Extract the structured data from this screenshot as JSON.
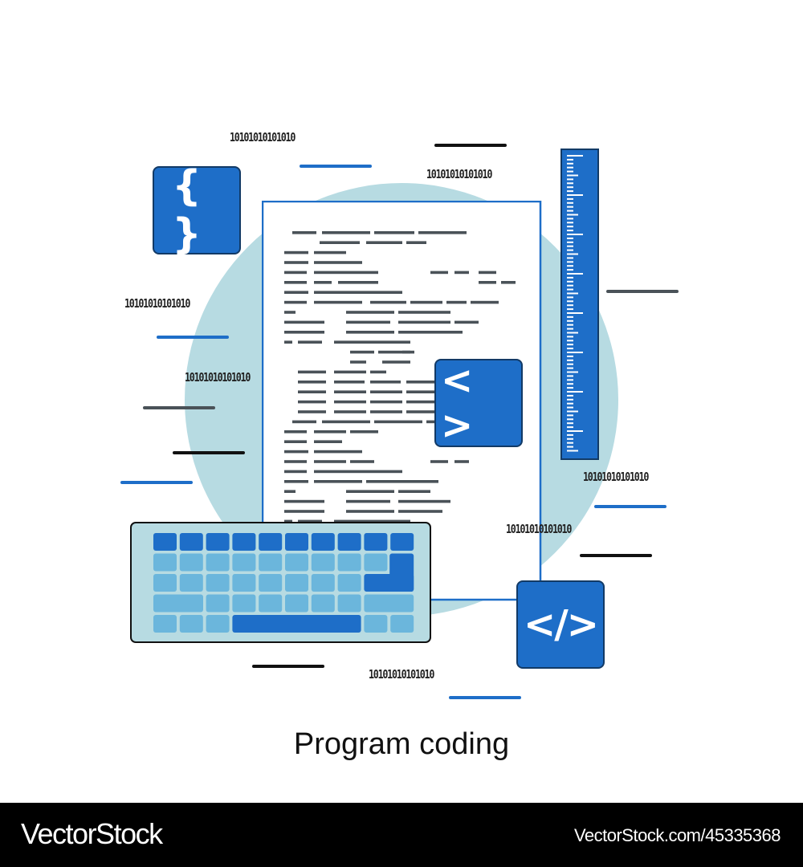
{
  "binary_text": "10101010101010",
  "caption": "Program coding",
  "footer": {
    "brand": "VectorStock",
    "url": "VectorStock.com/45335368"
  },
  "icons": {
    "braces": "{ }",
    "angle_brackets": "< >",
    "closing_tag": "</>"
  },
  "colors": {
    "accent_blue": "#1e6ec8",
    "circle_bg": "#b7dbe2",
    "key_light": "#6bb6dc",
    "code_grey": "#4a5258"
  }
}
